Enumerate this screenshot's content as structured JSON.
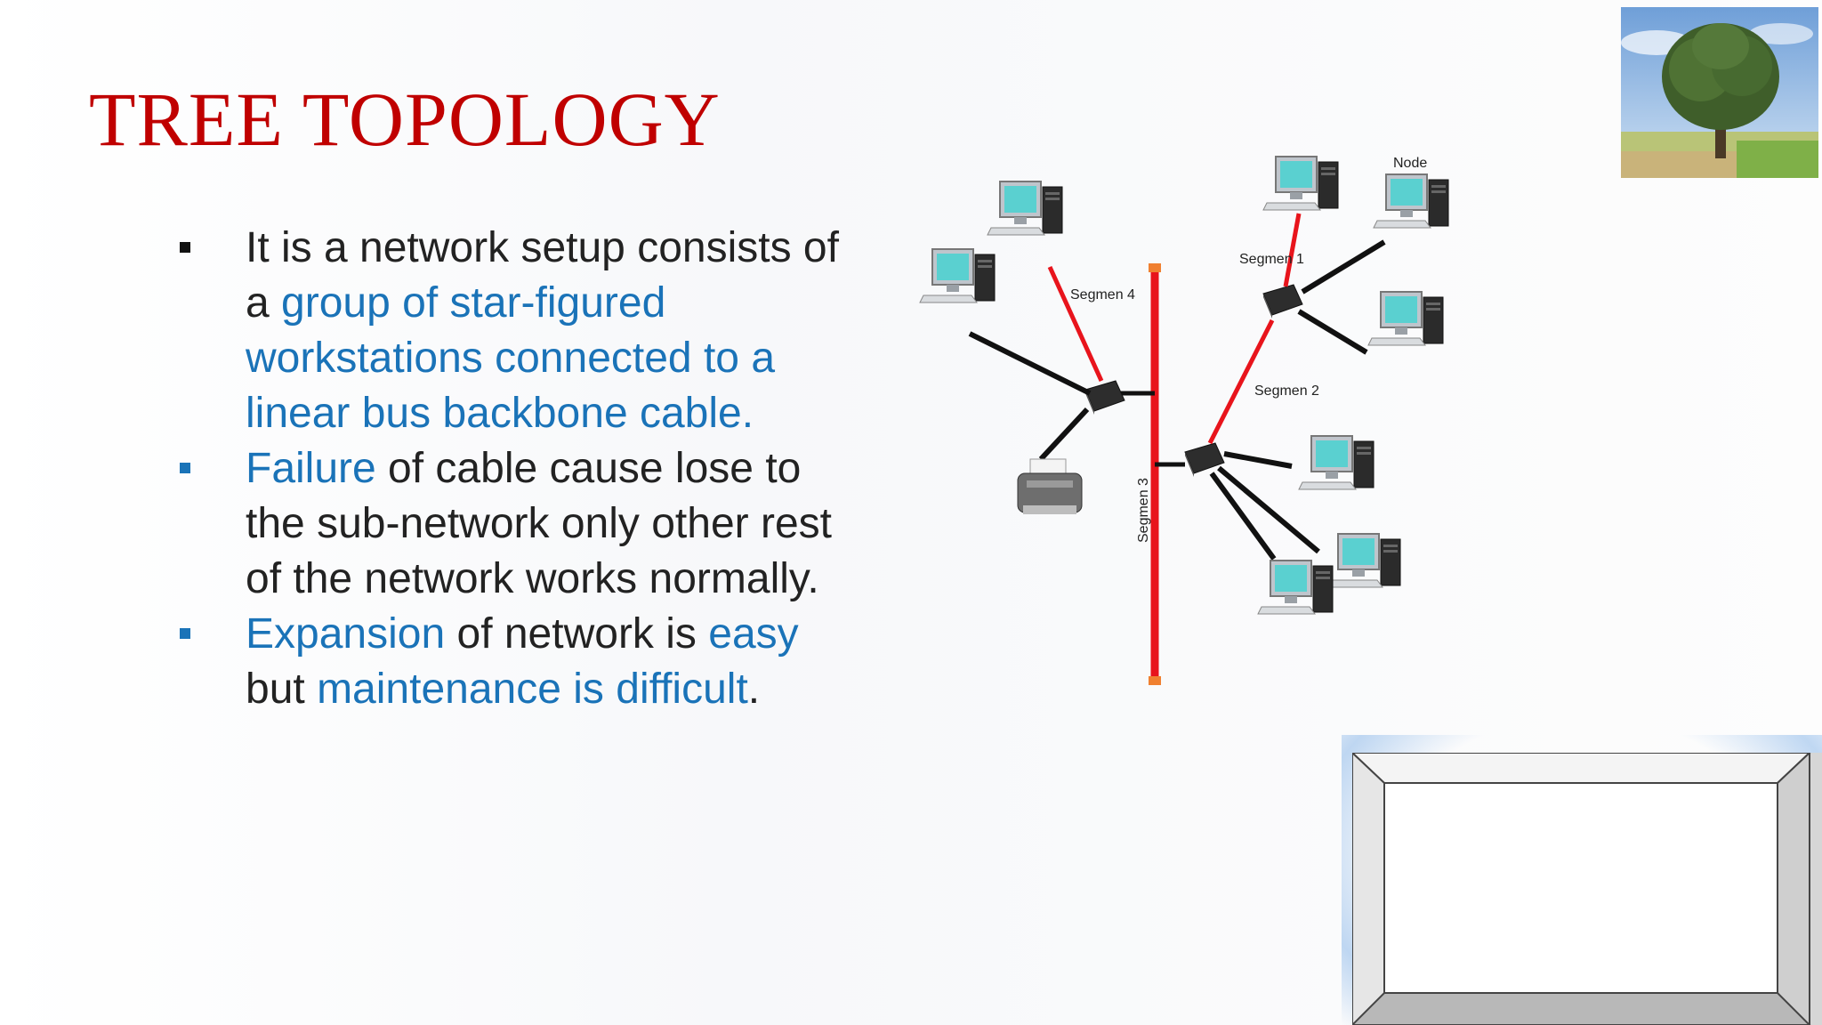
{
  "title": "TREE TOPOLOGY",
  "bullets": [
    {
      "marker_color": "#111111",
      "segments": [
        {
          "text": "It is a network setup consists of a ",
          "color": "black"
        },
        {
          "text": "group of star-figured workstations connected to a linear bus backbone cable.",
          "color": "blue"
        }
      ]
    },
    {
      "marker_color": "#1a73b8",
      "segments": [
        {
          "text": "Failure",
          "color": "blue"
        },
        {
          "text": " of cable cause lose to the sub-network only other rest of the network works normally.",
          "color": "black"
        }
      ]
    },
    {
      "marker_color": "#1a73b8",
      "segments": [
        {
          "text": "Expansion",
          "color": "blue"
        },
        {
          "text": " of network is ",
          "color": "black"
        },
        {
          "text": "easy",
          "color": "blue"
        },
        {
          "text": " but ",
          "color": "black"
        },
        {
          "text": "maintenance is difficult",
          "color": "blue"
        },
        {
          "text": ".",
          "color": "black"
        }
      ]
    }
  ],
  "diagram": {
    "labels": {
      "node": "Node",
      "segment1": "Segmen 1",
      "segment2": "Segmen 2",
      "segment3": "Segmen 3",
      "segment4": "Segmen 4"
    }
  },
  "colors": {
    "title": "#c00000",
    "accent_blue": "#1a73b8",
    "bus_red": "#e8141c",
    "body_text": "#222222"
  }
}
